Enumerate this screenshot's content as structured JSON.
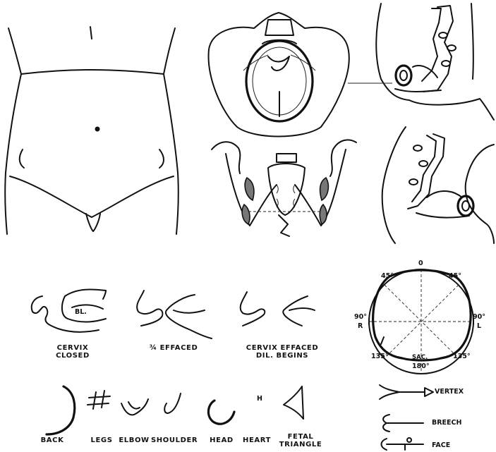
{
  "cervix": {
    "closed_label": [
      "CERVIX",
      "CLOSED"
    ],
    "bladder_label": "BL.",
    "effaced_label": "¾ EFFACED",
    "dilation_label": [
      "CERVIX EFFACED",
      "DIL. BEGINS"
    ]
  },
  "fetal_parts": {
    "back": "BACK",
    "legs": "LEGS",
    "elbow": "ELBOW",
    "shoulder": "SHOULDER",
    "head": "HEAD",
    "heart": "HEART",
    "heart_symbol": "H",
    "fetal_triangle": [
      "FETAL",
      "TRIANGLE"
    ]
  },
  "pelvic_dial": {
    "top": "0",
    "upper_left": "45°",
    "upper_right": "45°",
    "left_deg": "90°",
    "left_side": "R",
    "right_deg": "90°",
    "right_side": "L",
    "lower_left": "135°",
    "lower_right": "135°",
    "bottom": "180°",
    "sacrum": "SAC."
  },
  "presentations": {
    "vertex": "VERTEX",
    "breech": "BREECH",
    "face": "FACE"
  }
}
